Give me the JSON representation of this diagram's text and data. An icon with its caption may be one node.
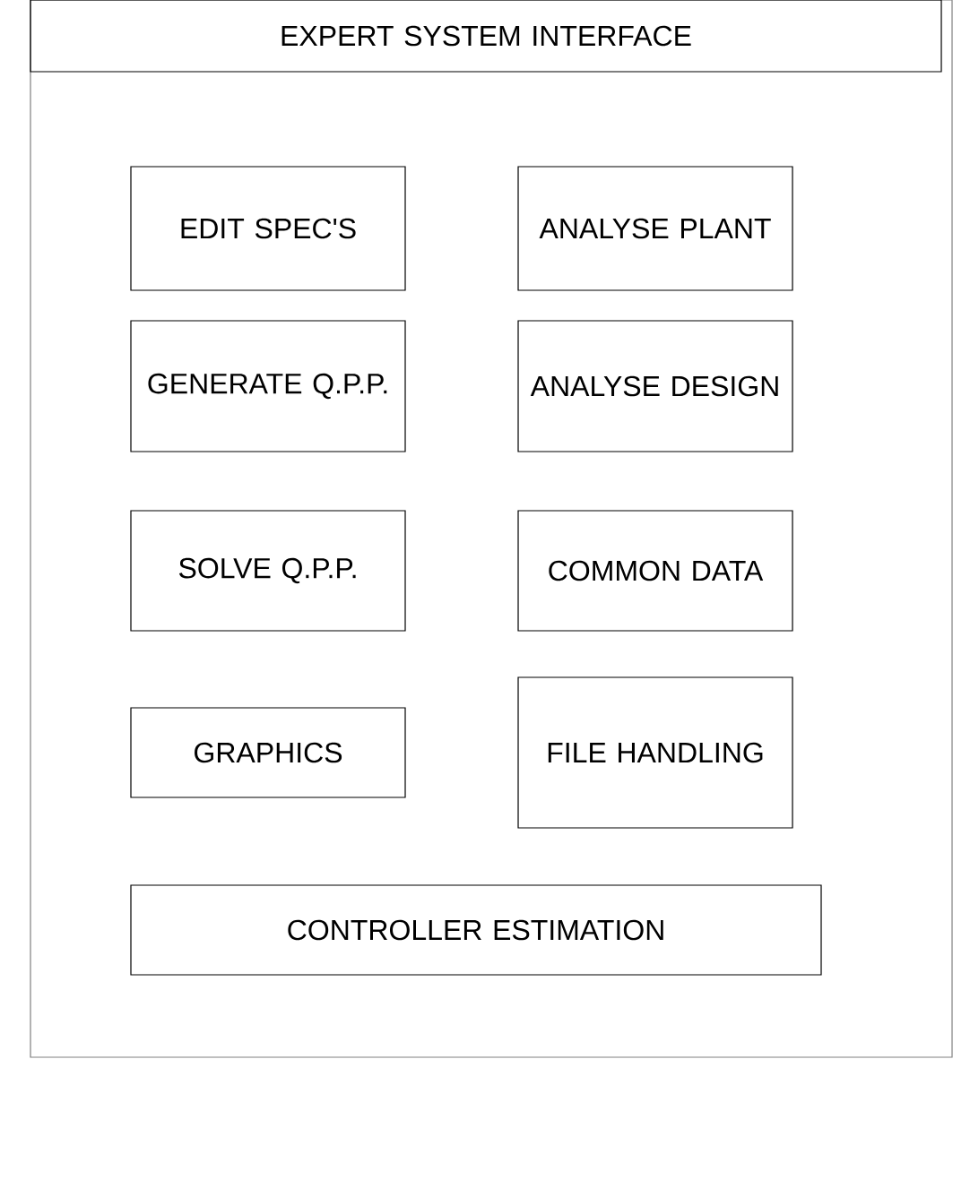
{
  "diagram": {
    "nodes": [
      {
        "text": [
          "EXPERT SYSTEM INTERFACE"
        ]
      },
      {
        "text": [
          "EDIT SPEC'S"
        ]
      },
      {
        "text": [
          "ANALYSE PLANT"
        ]
      },
      {
        "text": [
          "GENERATE Q.P.P."
        ]
      },
      {
        "text": [
          "ANALYSE DESIGN"
        ]
      },
      {
        "text": [
          "SOLVE Q.P.P."
        ]
      },
      {
        "text": [
          "COMMON DATA"
        ]
      },
      {
        "text": [
          "GRAPHICS"
        ]
      },
      {
        "text": [
          "FILE HANDLING"
        ]
      },
      {
        "text": [
          "CONTROLLER ESTIMATION"
        ]
      }
    ]
  }
}
